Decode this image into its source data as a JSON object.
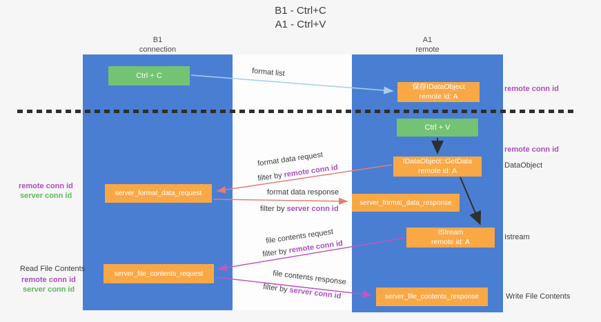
{
  "title": {
    "line1": "B1 - Ctrl+C",
    "line2": "A1 - Ctrl+V"
  },
  "columns": {
    "left": {
      "name": "B1",
      "role": "connection"
    },
    "right": {
      "name": "A1",
      "role": "remote"
    }
  },
  "boxes": {
    "ctrl_c": {
      "label": "Ctrl + C"
    },
    "save_idataobject": {
      "line1": "保存IDataObject",
      "line2": "remote id: A"
    },
    "ctrl_v": {
      "label": "Ctrl + V"
    },
    "getdata": {
      "line1": "IDataObject::GetData",
      "line2": "remote id: A"
    },
    "format_request": {
      "label": "server_format_data_request"
    },
    "format_response": {
      "label": "server_format_data_response"
    },
    "istream": {
      "line1": "IStream",
      "line2": "remote id: A"
    },
    "file_request": {
      "label": "server_file_contents_request"
    },
    "file_response": {
      "label": "server_file_contents_response"
    }
  },
  "arrow_labels": {
    "format_list": "format list",
    "format_data_request": "format data request",
    "format_data_response": "format data response",
    "file_contents_request": "file contents request",
    "file_contents_response": "file contents response",
    "filter_by": "filter by",
    "remote_conn_id": "remote conn id",
    "server_conn_id": "server conn id"
  },
  "side_labels": {
    "remote_conn_id": "remote conn id",
    "server_conn_id": "server conn id",
    "dataobject": "DataObject",
    "istream": "Istream",
    "read_file_contents": "Read File Contents",
    "write_file_contents": "Write File Contents"
  },
  "colors": {
    "column_blue": "#4a7ed2",
    "box_green": "#74c274",
    "box_orange": "#f9a845",
    "text_dark": "#3b3b3b",
    "text_purple": "#a94fc0",
    "text_green": "#5cb85c",
    "arrow_salmon": "#e87d72",
    "arrow_magenta": "#c355c3",
    "arrow_blue": "#a6cff0",
    "arrow_black": "#2f2f2f",
    "background": "#f6f6f6",
    "middle_strip": "#fdfdfd"
  }
}
